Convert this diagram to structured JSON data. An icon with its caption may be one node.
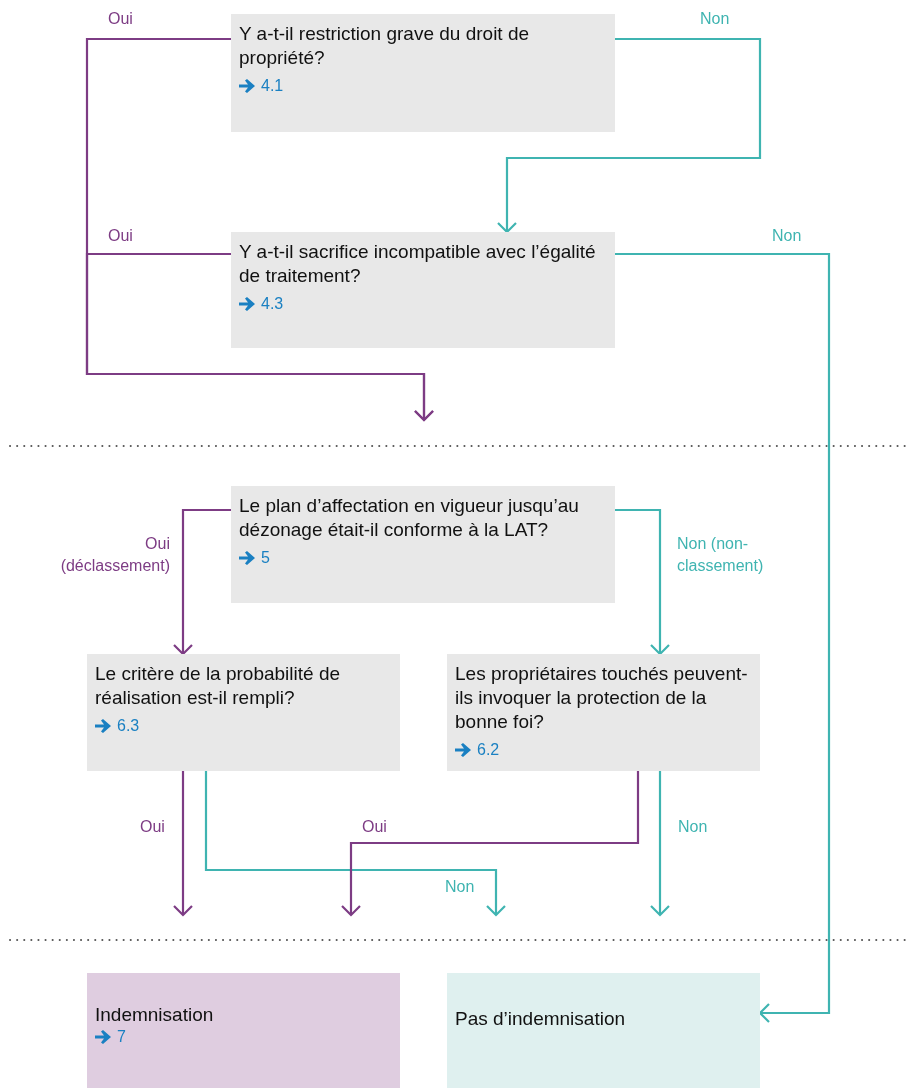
{
  "diagram": {
    "nodes": [
      {
        "text": [
          "Y a-t-il restriction grave du droit de propriété?",
          "4.1"
        ]
      },
      {
        "text": [
          "Y a-t-il sacrifice incompatible avec l’égalité de traitement?",
          "4.3"
        ]
      },
      {
        "text": [
          "Le plan d’affectation en vigueur jusqu’au dézonage était-il conforme à la LAT?",
          "5"
        ]
      },
      {
        "text": [
          "Le critère de la probabilité de réalisation est-il rempli?",
          "6.3"
        ]
      },
      {
        "text": [
          "Les propriétaires touchés peuvent-ils invoquer la protection de la bonne foi?",
          "6.2"
        ]
      },
      {
        "text": [
          "Indemnisation",
          "7"
        ]
      },
      {
        "text": [
          "Pas d’indemnisation"
        ]
      }
    ],
    "edges": [
      {
        "from": 0,
        "to": null,
        "arrow": "to",
        "label": "Oui",
        "color": "#7d3c84"
      },
      {
        "from": 1,
        "to": null,
        "arrow": "to",
        "label": "Oui",
        "color": "#7d3c84"
      },
      {
        "from": 0,
        "to": 1,
        "arrow": "to",
        "label": "Non",
        "color": "#3fb4b1"
      },
      {
        "from": 1,
        "to": 6,
        "arrow": "to",
        "label": "Non",
        "color": "#3fb4b1"
      },
      {
        "from": 2,
        "to": 3,
        "arrow": "to",
        "label": "Oui (déclassement)",
        "color": "#7d3c84"
      },
      {
        "from": 2,
        "to": 4,
        "arrow": "to",
        "label": "Non (non-classement)",
        "color": "#3fb4b1"
      },
      {
        "from": 3,
        "to": null,
        "arrow": "to",
        "label": "Oui",
        "color": "#7d3c84"
      },
      {
        "from": 3,
        "to": null,
        "arrow": "to",
        "label": "Non",
        "color": "#3fb4b1"
      },
      {
        "from": 4,
        "to": null,
        "arrow": "to",
        "label": "Oui",
        "color": "#7d3c84"
      },
      {
        "from": 4,
        "to": null,
        "arrow": "to",
        "label": "Non",
        "color": "#3fb4b1"
      }
    ]
  }
}
